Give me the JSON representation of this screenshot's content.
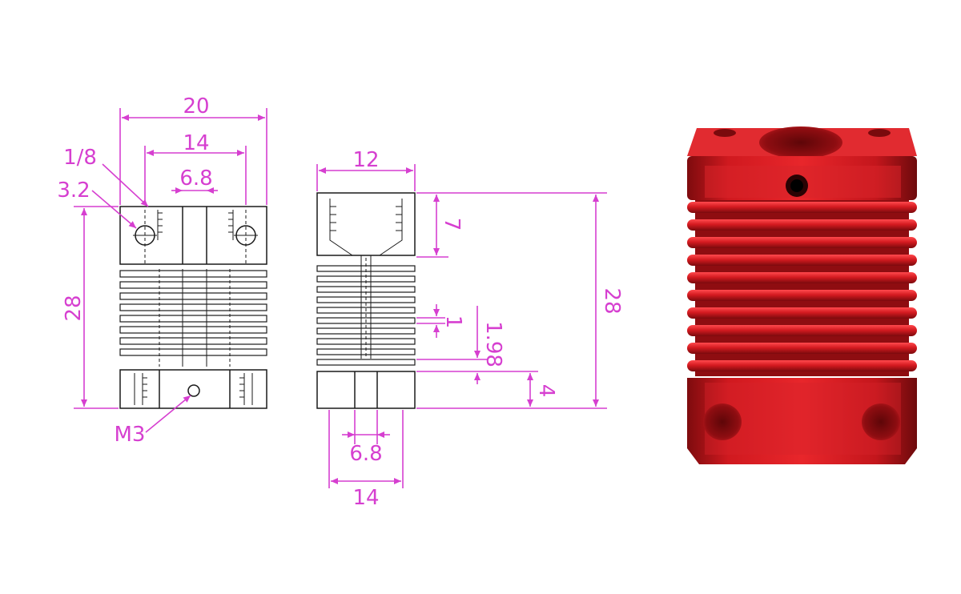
{
  "dimensions": {
    "front_width": "20",
    "front_hole_spacing": "14",
    "front_slot": "6.8",
    "thread": "1/8",
    "hole_dia": "3.2",
    "front_height": "28",
    "set_screw": "M3",
    "side_width": "12",
    "side_top_depth": "7",
    "fin_thickness": "1",
    "fin_pitch": "1.98",
    "side_bottom_height": "4",
    "side_height": "28",
    "side_bore": "6.8",
    "side_bottom_width": "14"
  },
  "colors": {
    "dimension": "#d63fd0",
    "product": "#c4161c"
  }
}
